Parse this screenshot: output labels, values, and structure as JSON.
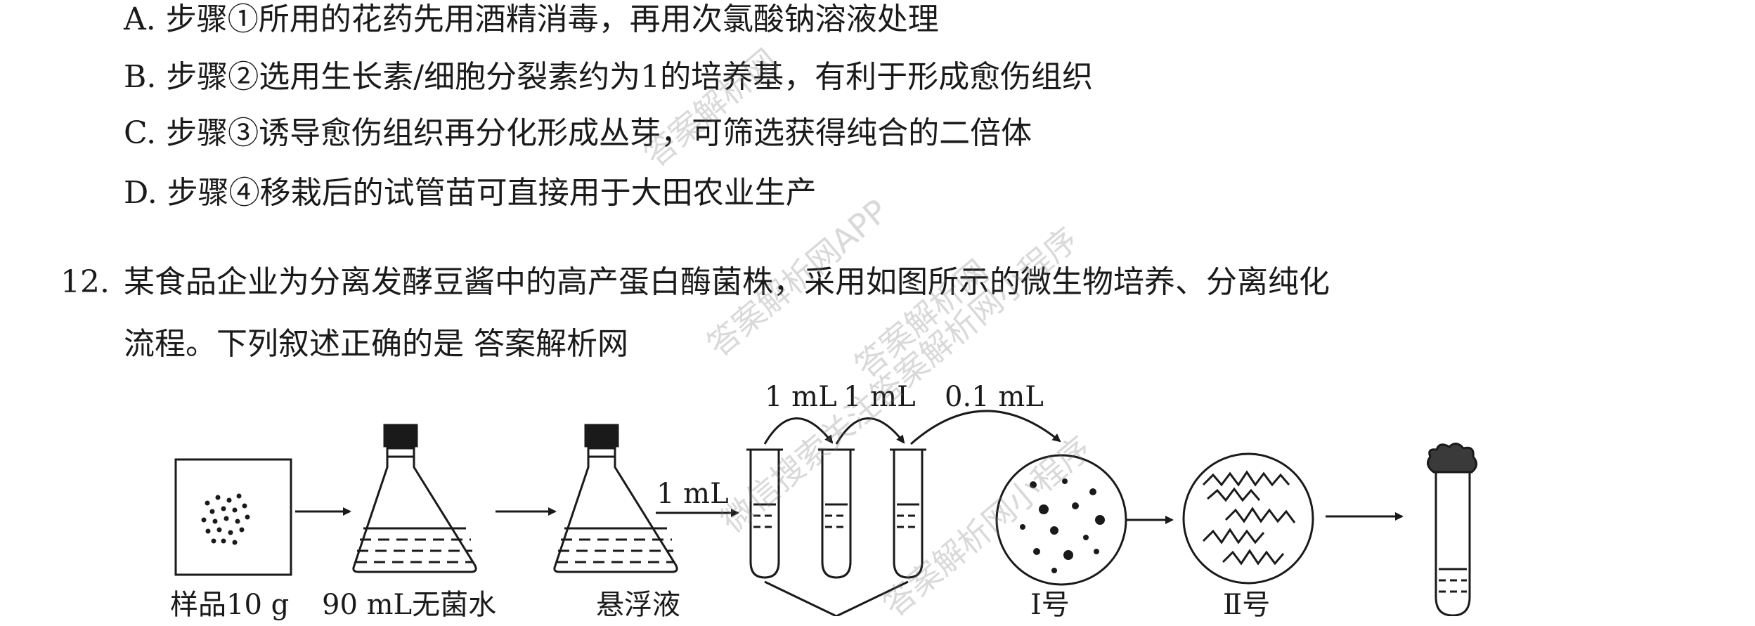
{
  "options": {
    "a": "A. 步骤①所用的花药先用酒精消毒，再用次氯酸钠溶液处理",
    "b": "B. 步骤②选用生长素/细胞分裂素约为1的培养基，有利于形成愈伤组织",
    "c": "C. 步骤③诱导愈伤组织再分化形成丛芽，可筛选获得纯合的二倍体",
    "d": "D. 步骤④移栽后的试管苗可直接用于大田农业生产"
  },
  "question": {
    "number": "12.",
    "line1": "某食品企业为分离发酵豆酱中的高产蛋白酶菌株，采用如图所示的微生物培养、分离纯化",
    "line2": "流程。下列叙述正确的是 答案解析网"
  },
  "diagram": {
    "labels": {
      "sample": "样品10 g",
      "water": "90 mL无菌水",
      "suspension": "悬浮液",
      "transfer_1ml": "1 mL",
      "dilution_1": "1 mL",
      "dilution_2": "1 mL",
      "dilution_3": "0.1 mL",
      "plate_1": "Ⅰ号",
      "plate_2": "Ⅱ号"
    }
  },
  "watermarks": {
    "w1": "答案解析网",
    "w2": "答案解析网APP",
    "w3": "答案解析网",
    "w4": "微信搜索关注答案解析网小程序",
    "w5": "答案解析网小程序"
  }
}
